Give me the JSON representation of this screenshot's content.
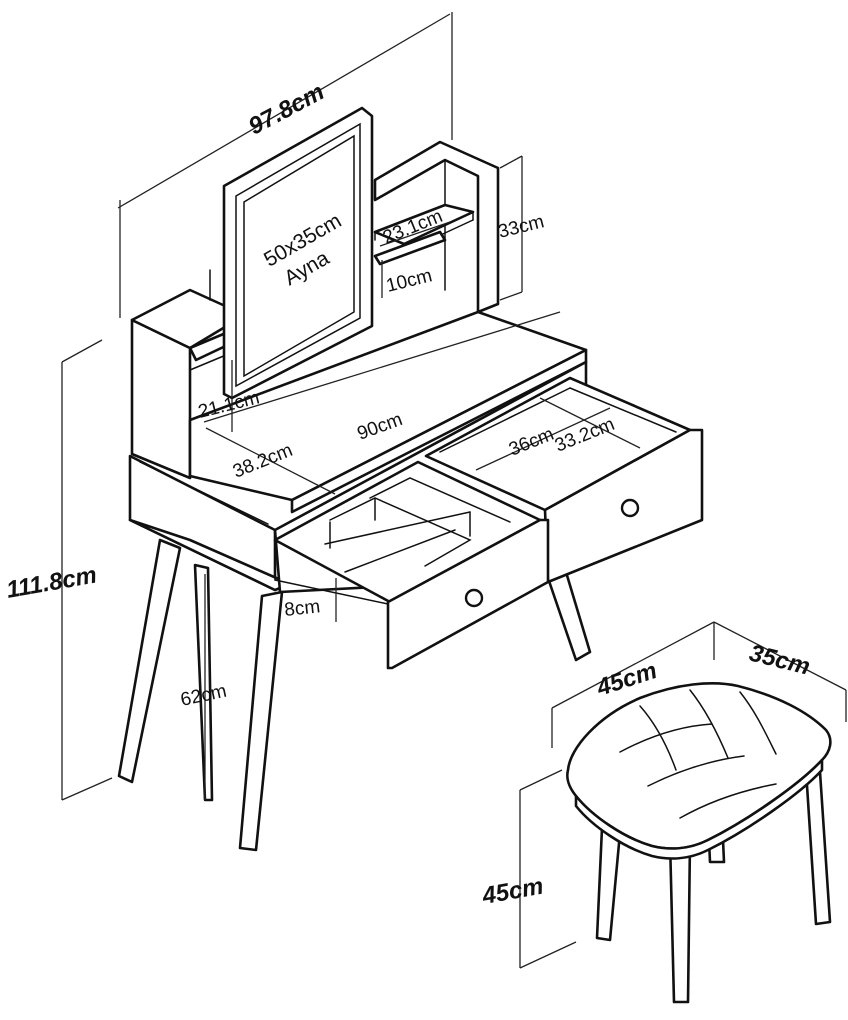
{
  "dimensions": {
    "total_width": "97.8cm",
    "total_height": "111.8cm",
    "leg_height": "62cm",
    "shelf_height": "33cm",
    "upper_shelf_depth": "23.1cm",
    "lower_shelf_depth": "10cm",
    "left_shelf_height": "21.1cm",
    "top_width": "90cm",
    "left_section_depth": "38.2cm",
    "drawer_inner_width": "36cm",
    "drawer_inner_depth": "33.2cm",
    "drawer_height": "8cm"
  },
  "mirror": {
    "size": "50x35cm",
    "label": "Ayna"
  },
  "stool": {
    "width": "45cm",
    "depth": "35cm",
    "height": "45cm"
  }
}
